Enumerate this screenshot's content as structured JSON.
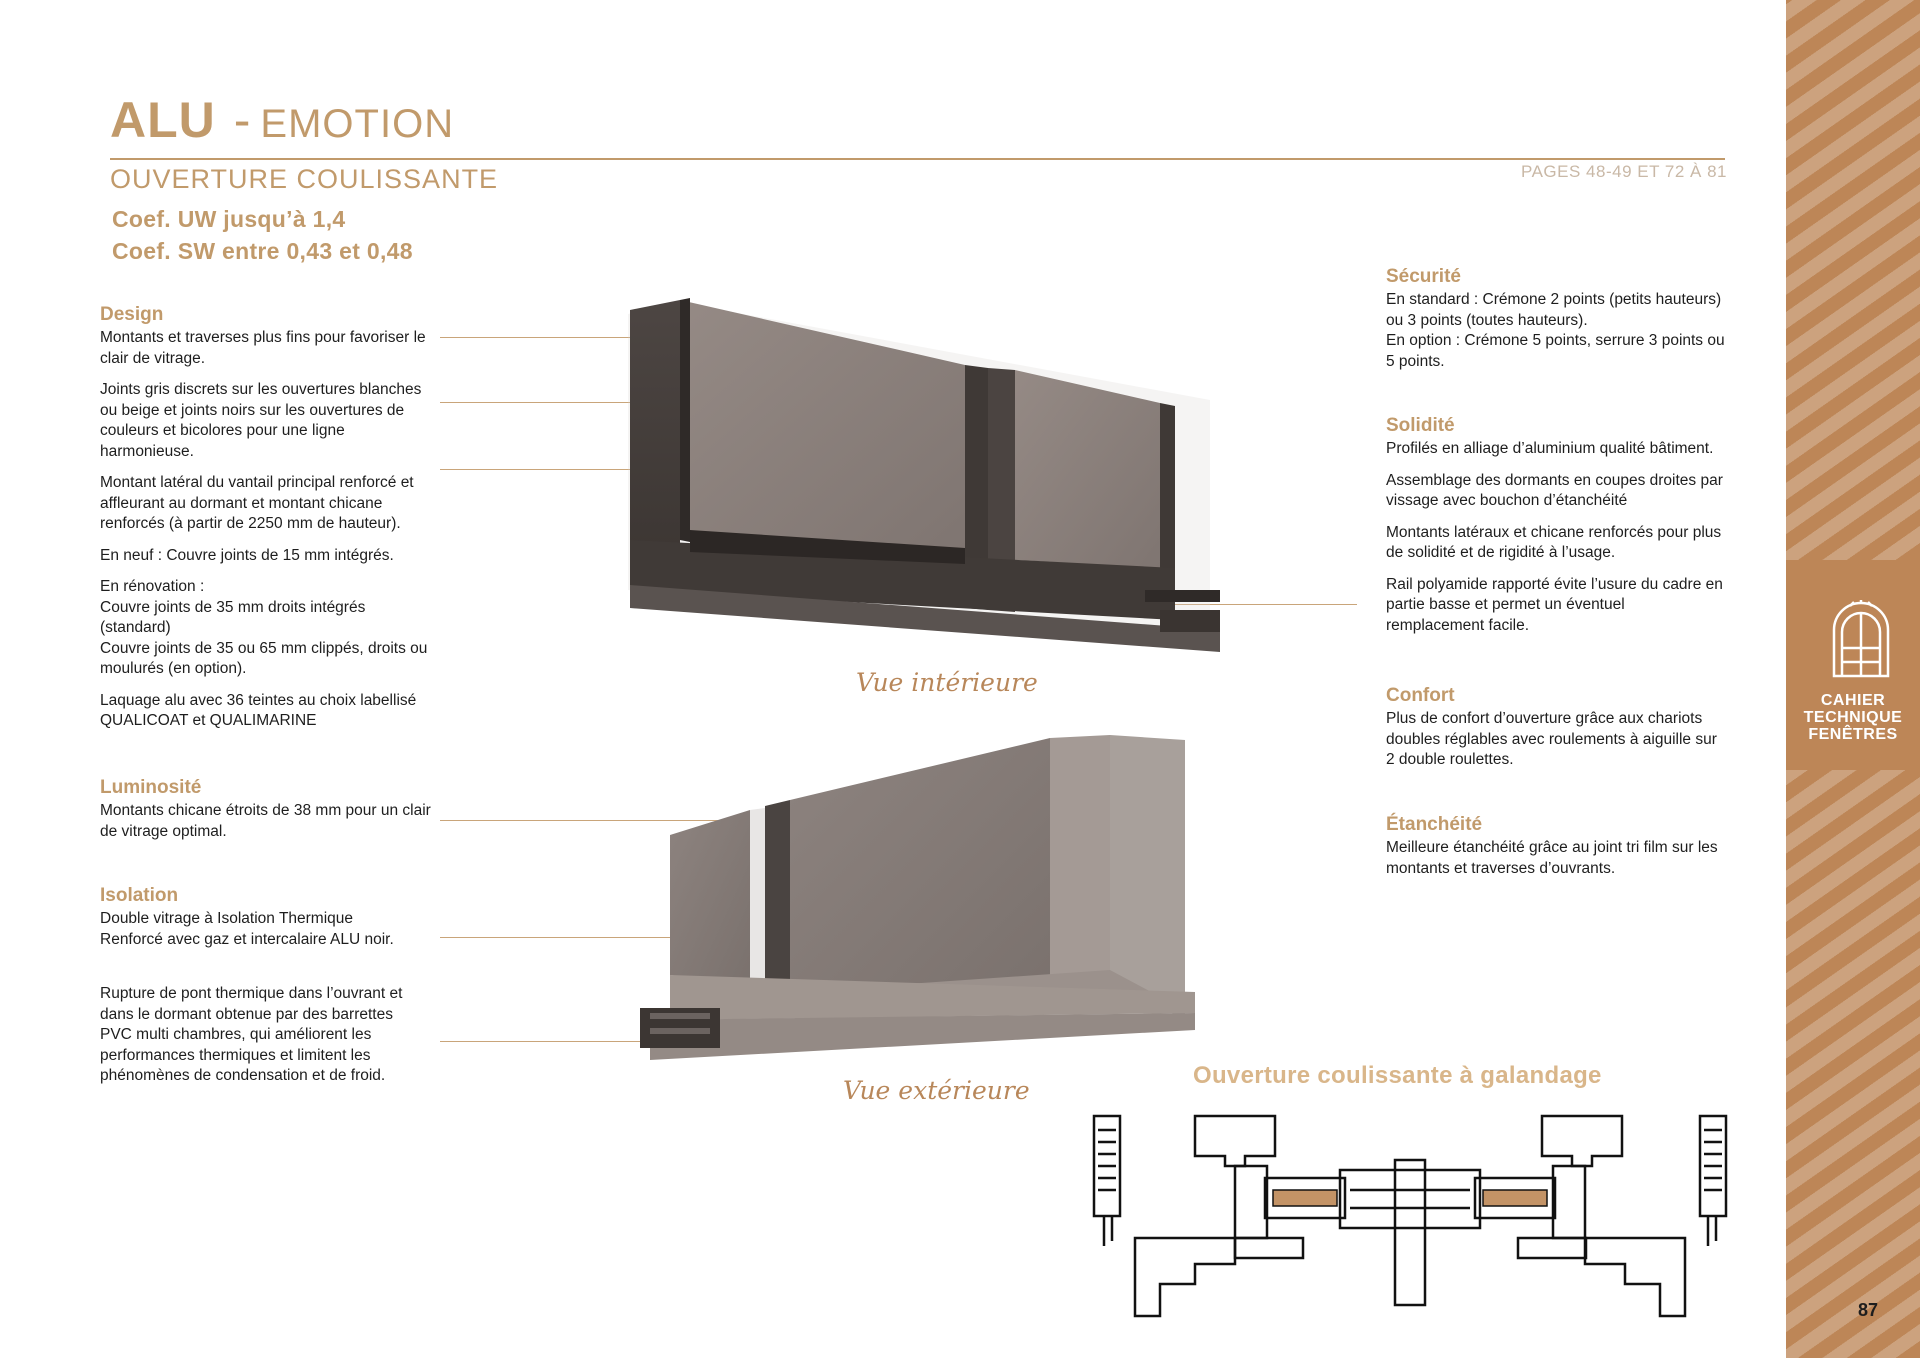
{
  "header": {
    "title_bold": "ALU",
    "title_sep": "-",
    "title_light": "EMOTION",
    "subtitle": "OUVERTURE COULISSANTE",
    "pages_ref": "PAGES 48-49 ET 72 À 81",
    "coef_uw": "Coef. UW jusqu’à 1,4",
    "coef_sw": "Coef. SW entre 0,43 et 0,48"
  },
  "left": {
    "design": {
      "title": "Design",
      "p1": "Montants et traverses plus fins pour favoriser le clair de vitrage.",
      "p2": "Joints gris discrets sur les ouvertures blanches ou beige et joints noirs sur les ouvertures de couleurs et bicolores pour une ligne harmonieuse.",
      "p3": "Montant latéral du vantail principal renforcé et affleurant au dormant et montant chicane renforcés (à partir de 2250 mm de hauteur).",
      "p4": "En neuf : Couvre joints de 15 mm intégrés.",
      "p5a": "En rénovation :",
      "p5b": "Couvre joints de 35 mm droits intégrés (standard)",
      "p5c": "Couvre joints de 35 ou 65 mm clippés, droits ou moulurés (en option).",
      "p6": "Laquage alu avec 36 teintes au choix labellisé QUALICOAT et QUALIMARINE"
    },
    "luminosite": {
      "title": "Luminosité",
      "p1": "Montants chicane étroits de 38 mm pour un clair de vitrage optimal."
    },
    "isolation": {
      "title": "Isolation",
      "p1": "Double vitrage à Isolation Thermique Renforcé avec gaz et intercalaire ALU noir.",
      "p2": "Rupture de pont thermique dans l’ouvrant et dans le dormant obtenue par des barrettes PVC multi chambres, qui améliorent les performances thermiques et limitent les phénomènes de condensation et de froid."
    }
  },
  "right": {
    "securite": {
      "title": "Sécurité",
      "p1a": "En standard : Crémone 2 points (petits hauteurs) ou 3 points (toutes hauteurs).",
      "p1b": "En option : Crémone 5 points, serrure 3 points ou 5 points."
    },
    "solidite": {
      "title": "Solidité",
      "p1": "Profilés en alliage d’aluminium qualité bâtiment.",
      "p2": "Assemblage des dormants en coupes droites par vissage avec bouchon d’étanchéité",
      "p3": "Montants latéraux et chicane renforcés pour plus de solidité et de rigidité à l’usage.",
      "p4": "Rail polyamide rapporté évite l’usure du cadre en partie basse et permet un éventuel remplacement facile."
    },
    "confort": {
      "title": "Confort",
      "p1": "Plus de confort d’ouverture grâce aux chariots doubles réglables avec roulements à aiguille sur 2 double roulettes."
    },
    "etancheite": {
      "title": "Étanchéité",
      "p1": "Meilleure étanchéité grâce au joint tri film sur les montants et traverses d’ouvrants."
    }
  },
  "captions": {
    "interior": "Vue intérieure",
    "exterior": "Vue extérieure",
    "diagram_title": "Ouverture coulissante à galandage"
  },
  "sidebar": {
    "line1": "CAHIER",
    "line2": "TECHNIQUE",
    "line3": "FENÊTRES",
    "icon": "window-arch-icon"
  },
  "page_number": "87",
  "colors": {
    "accent": "#c19a6b",
    "sidebar": "#bd8657",
    "frame_dark": "#4a4441",
    "glass": "#8f8581",
    "frame_light": "#a49a95"
  }
}
